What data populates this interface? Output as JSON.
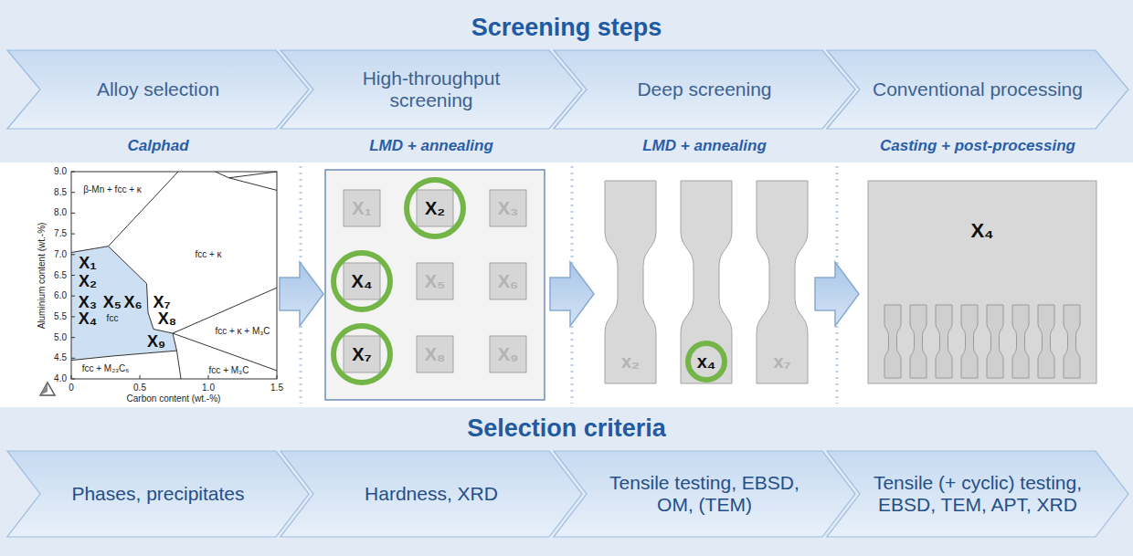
{
  "diagram": {
    "title": "Screening steps",
    "nodes": [
      {
        "text": [
          "Alloy selection"
        ]
      },
      {
        "text": [
          "High-throughput screening"
        ]
      },
      {
        "text": [
          "Deep screening"
        ]
      },
      {
        "text": [
          "Conventional processing"
        ]
      },
      {
        "text": [
          "X₁"
        ]
      },
      {
        "text": [
          "X₄"
        ]
      },
      {
        "text": [
          "X₇"
        ]
      },
      {
        "text": [
          "X₂"
        ]
      },
      {
        "text": [
          "X₅"
        ]
      },
      {
        "text": [
          "X₈"
        ]
      },
      {
        "text": [
          "X₃"
        ]
      },
      {
        "text": [
          "X₆"
        ]
      },
      {
        "text": [
          "X₉"
        ]
      },
      {
        "text": [
          "x₂"
        ]
      },
      {
        "text": [
          "x₄"
        ]
      },
      {
        "text": [
          "x₇"
        ]
      },
      {
        "text": [
          "X₄"
        ]
      },
      {
        "text": [
          "Phases, precipitates"
        ]
      },
      {
        "text": [
          "Hardness, XRD"
        ]
      },
      {
        "text": [
          "Tensile testing, EBSD, OM, (TEM)"
        ]
      },
      {
        "text": [
          "Tensile (+ cyclic) testing, EBSD, TEM, APT, XRD"
        ]
      }
    ],
    "labels": [
      "Calphad",
      "LMD + annealing",
      "LMD + annealing",
      "Casting + post-processing",
      "Selection criteria",
      "9.0",
      "8.5",
      "8.0",
      "7.5",
      "7.0",
      "6.5",
      "6.0",
      "5.5",
      "5.0",
      "4.5",
      "4.0",
      "0",
      "0.5",
      "1.0",
      "1.5",
      "Aluminium content (wt.-%)",
      "Carbon content (wt.-%)",
      "β-Mn + fcc + κ",
      "fcc + κ",
      "fcc + κ + M₃C",
      "fcc + M₃C",
      "fcc + M₂₃C₆",
      "fcc",
      "X₁",
      "X₂",
      "X₃",
      "X₄",
      "X₅",
      "X₆",
      "X₇",
      "X₈",
      "X₉"
    ]
  }
}
